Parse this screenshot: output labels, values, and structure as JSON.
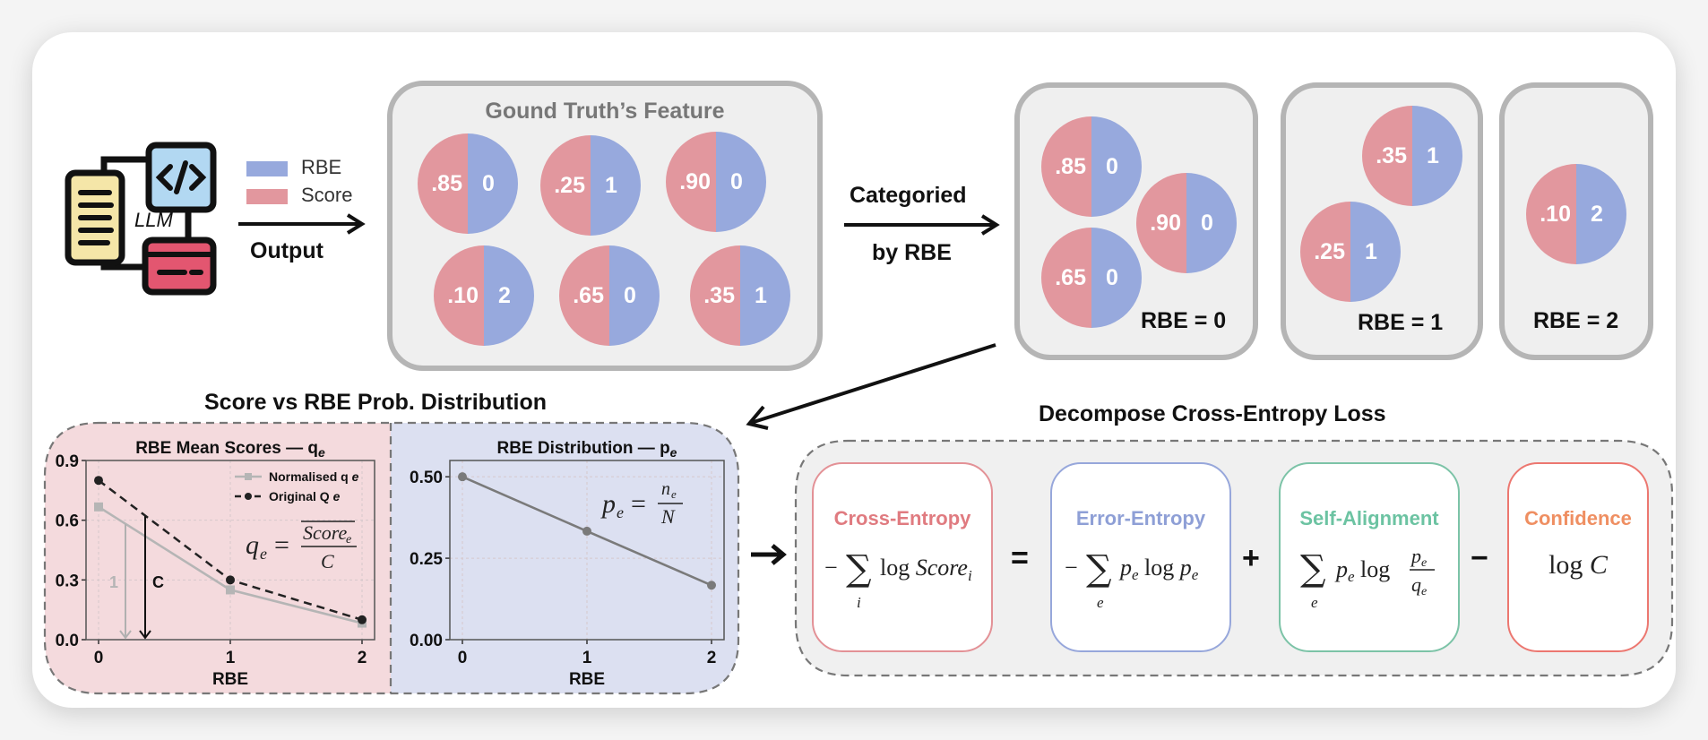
{
  "legend": {
    "items": [
      {
        "label": "RBE",
        "color": "#97a9dd"
      },
      {
        "label": "Score",
        "color": "#e2979e"
      }
    ]
  },
  "llm_icon": {
    "label": "LLM"
  },
  "arrows": {
    "output": "Output",
    "categorized_line1": "Categoried",
    "categorized_line2": "by RBE"
  },
  "ground_truth": {
    "title": "Gound Truth’s Feature",
    "samples": [
      {
        "score": ".85",
        "rbe": "0"
      },
      {
        "score": ".25",
        "rbe": "1"
      },
      {
        "score": ".90",
        "rbe": "0"
      },
      {
        "score": ".10",
        "rbe": "2"
      },
      {
        "score": ".65",
        "rbe": "0"
      },
      {
        "score": ".35",
        "rbe": "1"
      }
    ]
  },
  "groups": [
    {
      "label": "RBE = 0",
      "samples": [
        {
          "score": ".85",
          "rbe": "0"
        },
        {
          "score": ".90",
          "rbe": "0"
        },
        {
          "score": ".65",
          "rbe": "0"
        }
      ]
    },
    {
      "label": "RBE = 1",
      "samples": [
        {
          "score": ".35",
          "rbe": "1"
        },
        {
          "score": ".25",
          "rbe": "1"
        }
      ]
    },
    {
      "label": "RBE = 2",
      "samples": [
        {
          "score": ".10",
          "rbe": "2"
        }
      ]
    }
  ],
  "dist_section": {
    "title": "Score vs RBE Prob. Distribution"
  },
  "decompose": {
    "title": "Decompose Cross-Entropy Loss",
    "terms": [
      {
        "title": "Cross-Entropy",
        "color": "#e07b80",
        "border": "#e39196"
      },
      {
        "title": "Error-Entropy",
        "color": "#8e9fd6",
        "border": "#97a7db"
      },
      {
        "title": "Self-Alignment",
        "color": "#6cc3a2",
        "border": "#7cc3a7"
      },
      {
        "title": "Confidence",
        "color": "#ef8f62",
        "border": "#ec7770"
      }
    ],
    "ops": [
      "=",
      "+",
      "−"
    ],
    "formulas": {
      "ce_sub": "i",
      "ee_sub": "e",
      "sa_sub": "e",
      "ce_text": "log Score",
      "ce_idx": "i",
      "ee_text": "p",
      "conf": "log C"
    }
  },
  "chart_data": [
    {
      "type": "line",
      "title": "RBE Mean Scores — q",
      "title_sub": "e",
      "xlabel": "RBE",
      "ylabel": "",
      "x": [
        0,
        1,
        2
      ],
      "xticks": [
        "0",
        "1",
        "2"
      ],
      "yticks": [
        "0.0",
        "0.3",
        "0.6",
        "0.9"
      ],
      "ylim": [
        0,
        0.9
      ],
      "grid": true,
      "legend": "top-right",
      "series": [
        {
          "name": "Normalised q",
          "name_sub": "e",
          "values": [
            0.667,
            0.25,
            0.083
          ],
          "color": "#b5b5b5",
          "style": "solid",
          "marker": "square"
        },
        {
          "name": "Original Q",
          "name_sub": "e",
          "values": [
            0.8,
            0.3,
            0.1
          ],
          "color": "#222222",
          "style": "dashed",
          "marker": "circle"
        }
      ],
      "annotations": {
        "arrow_1_label": "1",
        "arrow_c_label": "C",
        "formula": "q_e = Score_e / C"
      }
    },
    {
      "type": "line",
      "title": "RBE Distribution — p",
      "title_sub": "e",
      "xlabel": "RBE",
      "ylabel": "",
      "x": [
        0,
        1,
        2
      ],
      "xticks": [
        "0",
        "1",
        "2"
      ],
      "yticks": [
        "0.00",
        "0.25",
        "0.50"
      ],
      "ylim": [
        0,
        0.55
      ],
      "grid": true,
      "series": [
        {
          "name": "p_e",
          "values": [
            0.5,
            0.333,
            0.167
          ],
          "color": "#7a7a7a",
          "style": "solid",
          "marker": "circle"
        }
      ],
      "annotations": {
        "formula": "p_e = n_e / N"
      }
    }
  ]
}
